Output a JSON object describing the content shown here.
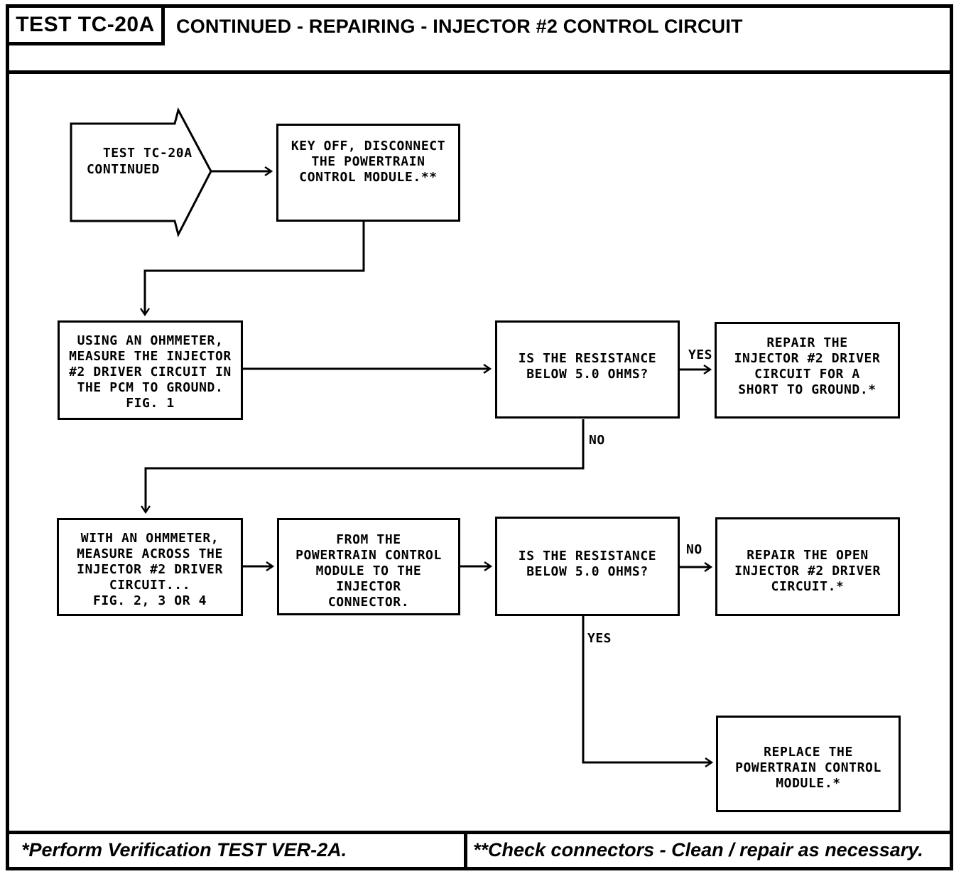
{
  "header": {
    "test_id": "TEST TC-20A",
    "title": "CONTINUED - REPAIRING - INJECTOR #2 CONTROL CIRCUIT"
  },
  "flowchart": {
    "entry_connector": {
      "text": "  TEST TC-20A\nCONTINUED"
    },
    "nodes": [
      {
        "name": "key-off",
        "text": "KEY OFF, DISCONNECT\nTHE POWERTRAIN\nCONTROL MODULE.**"
      },
      {
        "name": "measure-pcm-to-ground",
        "text": "USING AN OHMMETER,\nMEASURE THE INJECTOR\n#2 DRIVER CIRCUIT IN\nTHE PCM TO GROUND.\nFIG. 1"
      },
      {
        "name": "resistance-question-1",
        "text": "IS THE RESISTANCE\nBELOW 5.0 OHMS?"
      },
      {
        "name": "repair-short-to-ground",
        "text": "REPAIR THE\nINJECTOR #2 DRIVER\nCIRCUIT FOR A\nSHORT TO GROUND.*"
      },
      {
        "name": "measure-across-circuit",
        "text": "WITH AN OHMMETER,\nMEASURE ACROSS THE\nINJECTOR #2 DRIVER\nCIRCUIT...\nFIG. 2, 3 OR 4"
      },
      {
        "name": "from-pcm-to-injector",
        "text": "FROM THE\nPOWERTRAIN CONTROL\nMODULE TO THE\nINJECTOR\nCONNECTOR."
      },
      {
        "name": "resistance-question-2",
        "text": "IS THE RESISTANCE\nBELOW 5.0 OHMS?"
      },
      {
        "name": "repair-open-circuit",
        "text": "REPAIR THE OPEN\nINJECTOR #2 DRIVER\nCIRCUIT.*"
      },
      {
        "name": "replace-pcm",
        "text": "REPLACE THE\nPOWERTRAIN CONTROL\nMODULE.*"
      }
    ],
    "branch_labels": {
      "q1_yes": "YES",
      "q1_no": "NO",
      "q2_no": "NO",
      "q2_yes": "YES"
    }
  },
  "footer": {
    "note_single_asterisk": "*Perform Verification TEST VER-2A.",
    "note_double_asterisk": "**Check connectors - Clean / repair as necessary."
  },
  "colors": {
    "ink": "#000000",
    "paper": "#ffffff"
  }
}
